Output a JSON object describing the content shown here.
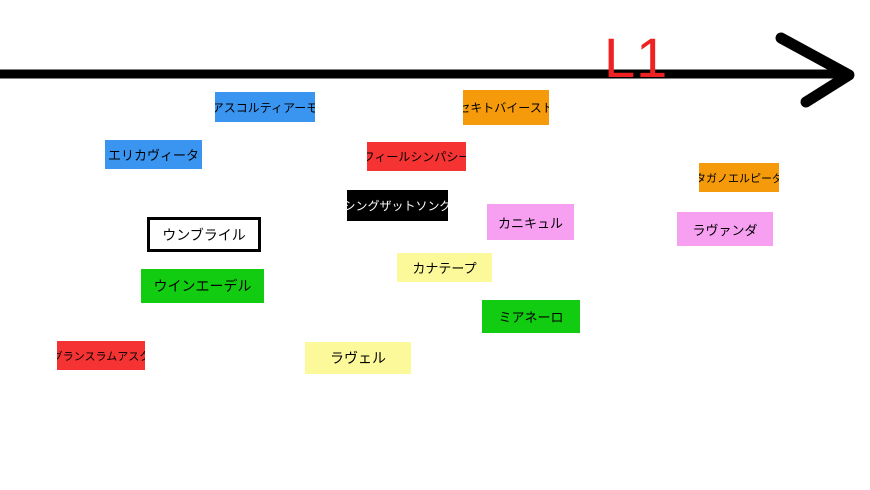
{
  "axis": {
    "label": "L1",
    "color": "#ee2222",
    "line_color": "#000000"
  },
  "tags": [
    {
      "id": "ascoltiaamo",
      "text": "アスコルティアーモ",
      "color": "blue"
    },
    {
      "id": "sekitobaiisuto",
      "text": "セキトバイースト",
      "color": "orange"
    },
    {
      "id": "erikavita",
      "text": "エリカヴィータ",
      "color": "blue"
    },
    {
      "id": "firushinpashi",
      "text": "フィールシンパシー",
      "color": "red"
    },
    {
      "id": "taganoerubida",
      "text": "タガノエルピーダ",
      "color": "orange"
    },
    {
      "id": "shinguzattosongu",
      "text": "シングザットソング",
      "color": "black"
    },
    {
      "id": "kanikyuru",
      "text": "カニキュル",
      "color": "pink"
    },
    {
      "id": "ravuanda",
      "text": "ラヴァンダ",
      "color": "pink"
    },
    {
      "id": "unburairu",
      "text": "ウンブライル",
      "color": "outline"
    },
    {
      "id": "kanateepu",
      "text": "カナテープ",
      "color": "yellow"
    },
    {
      "id": "uinerdel",
      "text": "ウインエーデル",
      "color": "green"
    },
    {
      "id": "miyaneero",
      "text": "ミアネーロ",
      "color": "green"
    },
    {
      "id": "guransuramuasuku",
      "text": "グランスラムアスク",
      "color": "red"
    },
    {
      "id": "ravueru",
      "text": "ラヴェル",
      "color": "yellow"
    }
  ]
}
